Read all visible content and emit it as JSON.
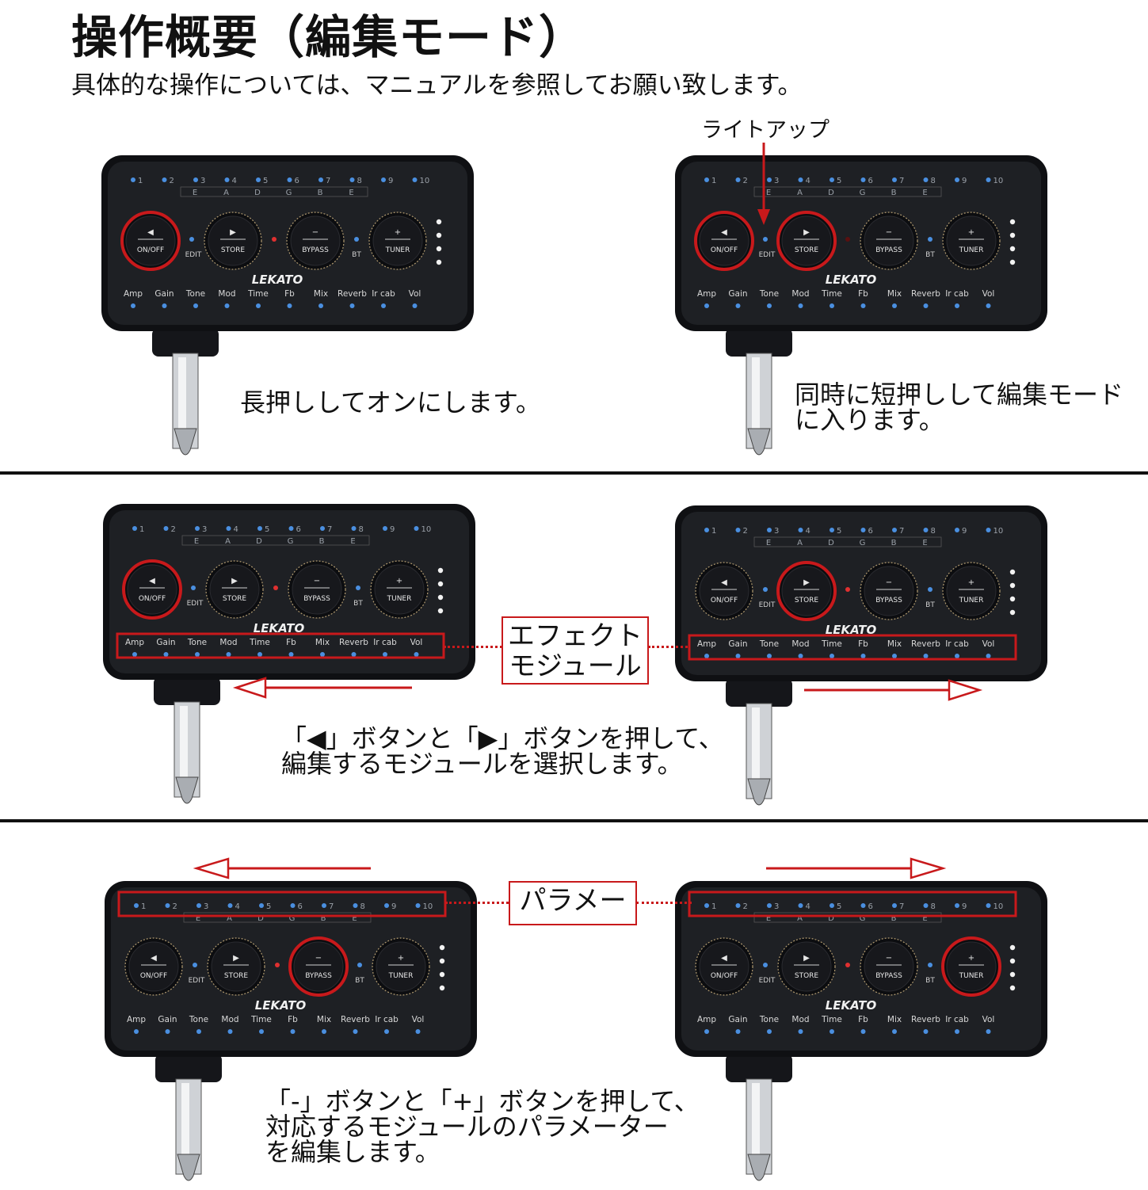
{
  "page": {
    "title": "操作概要（編集モード）",
    "subtitle": "具体的な操作については、マニュアルを参照してお願い致します。"
  },
  "device": {
    "brand": "LEKATO",
    "top_numbers": [
      "1",
      "2",
      "3",
      "4",
      "5",
      "6",
      "7",
      "8",
      "9",
      "10"
    ],
    "strings": [
      "E",
      "A",
      "D",
      "G",
      "B",
      "E"
    ],
    "buttons": [
      {
        "symbol": "◀",
        "label": "ON/OFF"
      },
      {
        "symbol": "▶",
        "label": "STORE"
      },
      {
        "symbol": "−",
        "label": "BYPASS"
      },
      {
        "symbol": "+",
        "label": "TUNER"
      }
    ],
    "edit_label": "EDIT",
    "bt_label": "BT",
    "modules": [
      "Amp",
      "Gain",
      "Tone",
      "Mod",
      "Time",
      "Fb",
      "Mix",
      "Reverb",
      "Ir cab",
      "Vol"
    ]
  },
  "steps": {
    "step1_caption": "長押ししてオンにします。",
    "step2_label": "ライトアップ",
    "step2_caption": [
      "同時に短押しして編集モード",
      "に入ります。"
    ],
    "step3_label": [
      "エフェクト",
      "モジュール"
    ],
    "step3_caption": [
      "「◀」ボタンと「▶」ボタンを押して、",
      "編集するモジュールを選択します。"
    ],
    "step4_label": "パラメー",
    "step4_caption": [
      "「-」ボタンと「+」ボタンを押して、",
      "対応するモジュールのパラメーター",
      "を編集します。"
    ]
  },
  "colors": {
    "accent_red": "#c8191b",
    "panel": "#1e2024",
    "led_blue": "#4a8fe0"
  }
}
